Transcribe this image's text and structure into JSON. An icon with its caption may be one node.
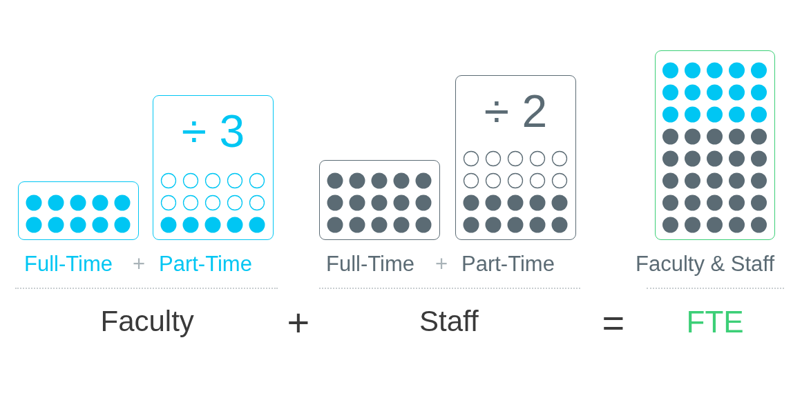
{
  "diagram": {
    "nodes": [
      {
        "text": [],
        "shape": "box"
      },
      {
        "text": [
          "÷ 3"
        ]
      },
      {
        "text": [],
        "shape": "box"
      },
      {
        "text": [
          "÷ 2"
        ]
      },
      {
        "text": [],
        "shape": "box"
      }
    ],
    "labels": [
      "Full-Time",
      "+",
      "Part-Time",
      "Full-Time",
      "+",
      "Part-Time",
      "Faculty & Staff",
      "Faculty",
      "+",
      "Staff",
      "=",
      "FTE"
    ]
  }
}
